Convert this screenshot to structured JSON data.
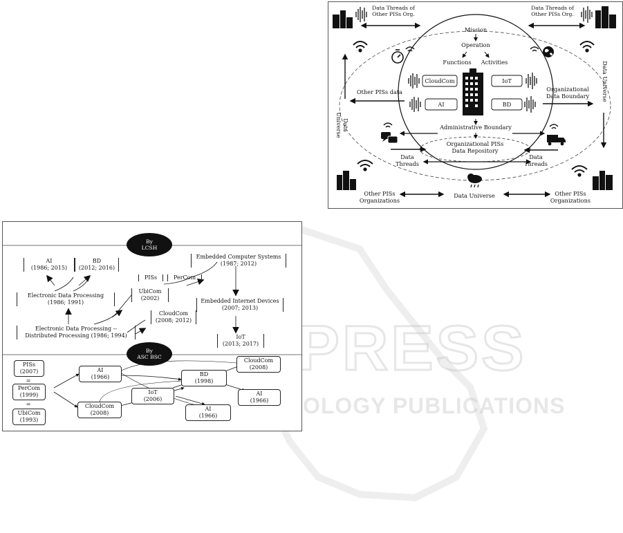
{
  "watermark": {
    "title": "SCITEPRESS",
    "subtitle": "SCIENCE AND TECHNOLOGY PUBLICATIONS"
  },
  "right_figure": {
    "threads_other_left": "Data Threads of\nOther PISs Org.",
    "threads_other_right": "Data Threads of\nOther PISs Org.",
    "mission": "Mission",
    "operation": "Operation",
    "functions": "Functions",
    "activities": "Activities",
    "cloudcom": "CloudCom",
    "iot": "IoT",
    "ai": "AI",
    "bd": "BD",
    "other_piss_data": "Other PISs data",
    "org_data_boundary": "Organizational\nData Boundary",
    "data_universe_left": "Data\nUniverse",
    "data_universe_right": "Data Universe",
    "admin_boundary": "Administrative Boundary",
    "repository": "Organizational PISs\nData Repository",
    "data_threads_left": "Data\nThreads",
    "data_threads_right": "Data\nThreads",
    "other_orgs_left": "Other PISs\nOrganizations",
    "other_orgs_right": "Other PISs\nOrganizations",
    "data_universe_bottom": "Data Universe"
  },
  "left_figure": {
    "by_lcsh": "By\nLCSH",
    "by_ascbsc": "By\nASC BSC",
    "lcsh": {
      "ai": "AI\n(1986; 2015)",
      "bd": "BD\n(2012; 2016)",
      "piss": "PISs",
      "percom": "PerCom",
      "ubicom": "UbiCom\n(2002)",
      "edp": "Electronic Data Processing\n(1986; 1991)",
      "embedded_cs": "Embedded Computer Systems\n(1987; 2012)",
      "embedded_id": "Embedded Internet Devices\n(2007; 2013)",
      "cloudcom": "CloudCom\n(2008; 2012)",
      "edp_dist": "Electronic Data Processing --\nDistributed Processing (1986; 1994)",
      "iot": "IoT\n(2013; 2017)"
    },
    "asc": {
      "piss": "PISs\n(2007)",
      "eq1": "=",
      "percom": "PerCom\n(1999)",
      "eq2": "=",
      "ubicom": "UbiCom\n(1993)",
      "ai1": "AI\n(1966)",
      "cloudcom1": "CloudCom\n(2008)",
      "iot": "IoT\n(2006)",
      "bd": "BD\n(1998)",
      "ai2": "AI\n(1966)",
      "cloudcom2": "CloudCom\n(2008)",
      "ai3": "AI\n(1966)"
    }
  }
}
